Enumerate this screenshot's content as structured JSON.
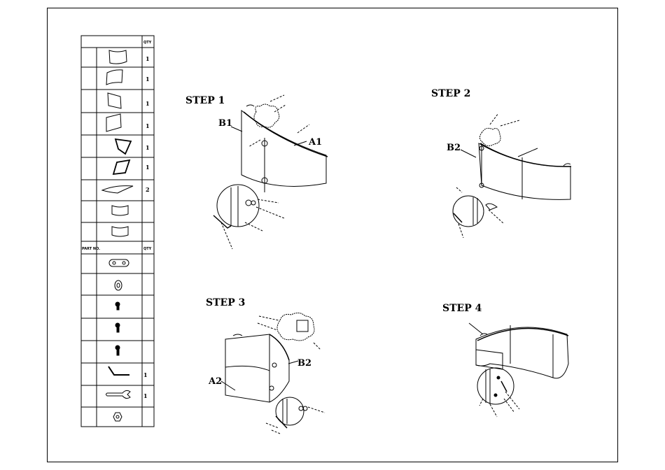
{
  "parts_table": {
    "header_qty": "QTY",
    "section_header_part_no": "PART NO.",
    "section_header_qty": "QTY",
    "panel_rows": [
      {
        "icon": "curved-glass-panel-icon",
        "qty": "1"
      },
      {
        "icon": "curved-glass-panel-icon",
        "qty": "1"
      },
      {
        "icon": "curved-glass-panel-icon",
        "qty": "1"
      },
      {
        "icon": "curved-glass-panel-icon",
        "qty": "1"
      },
      {
        "icon": "rhombus-panel-icon",
        "qty": "1"
      },
      {
        "icon": "rhombus-panel-icon",
        "qty": "1"
      },
      {
        "icon": "flat-leaf-panel-icon",
        "qty": "2"
      },
      {
        "icon": "curved-strip-icon",
        "qty": ""
      },
      {
        "icon": "curved-strip-icon",
        "qty": ""
      }
    ],
    "hardware_rows": [
      {
        "icon": "connector-plate-icon",
        "qty": ""
      },
      {
        "icon": "washer-icon",
        "qty": ""
      },
      {
        "icon": "screw-icon",
        "qty": ""
      },
      {
        "icon": "screw-icon",
        "qty": ""
      },
      {
        "icon": "screw-icon",
        "qty": ""
      },
      {
        "icon": "allen-key-icon",
        "qty": "1"
      },
      {
        "icon": "wrench-icon",
        "qty": "1"
      },
      {
        "icon": "nut-icon",
        "qty": ""
      }
    ]
  },
  "steps": [
    {
      "title": "STEP 1",
      "labels": [
        "B1",
        "A1"
      ]
    },
    {
      "title": "STEP 2",
      "labels": [
        "B2"
      ]
    },
    {
      "title": "STEP 3",
      "labels": [
        "B2",
        "A2"
      ]
    },
    {
      "title": "STEP 4",
      "labels": []
    }
  ]
}
